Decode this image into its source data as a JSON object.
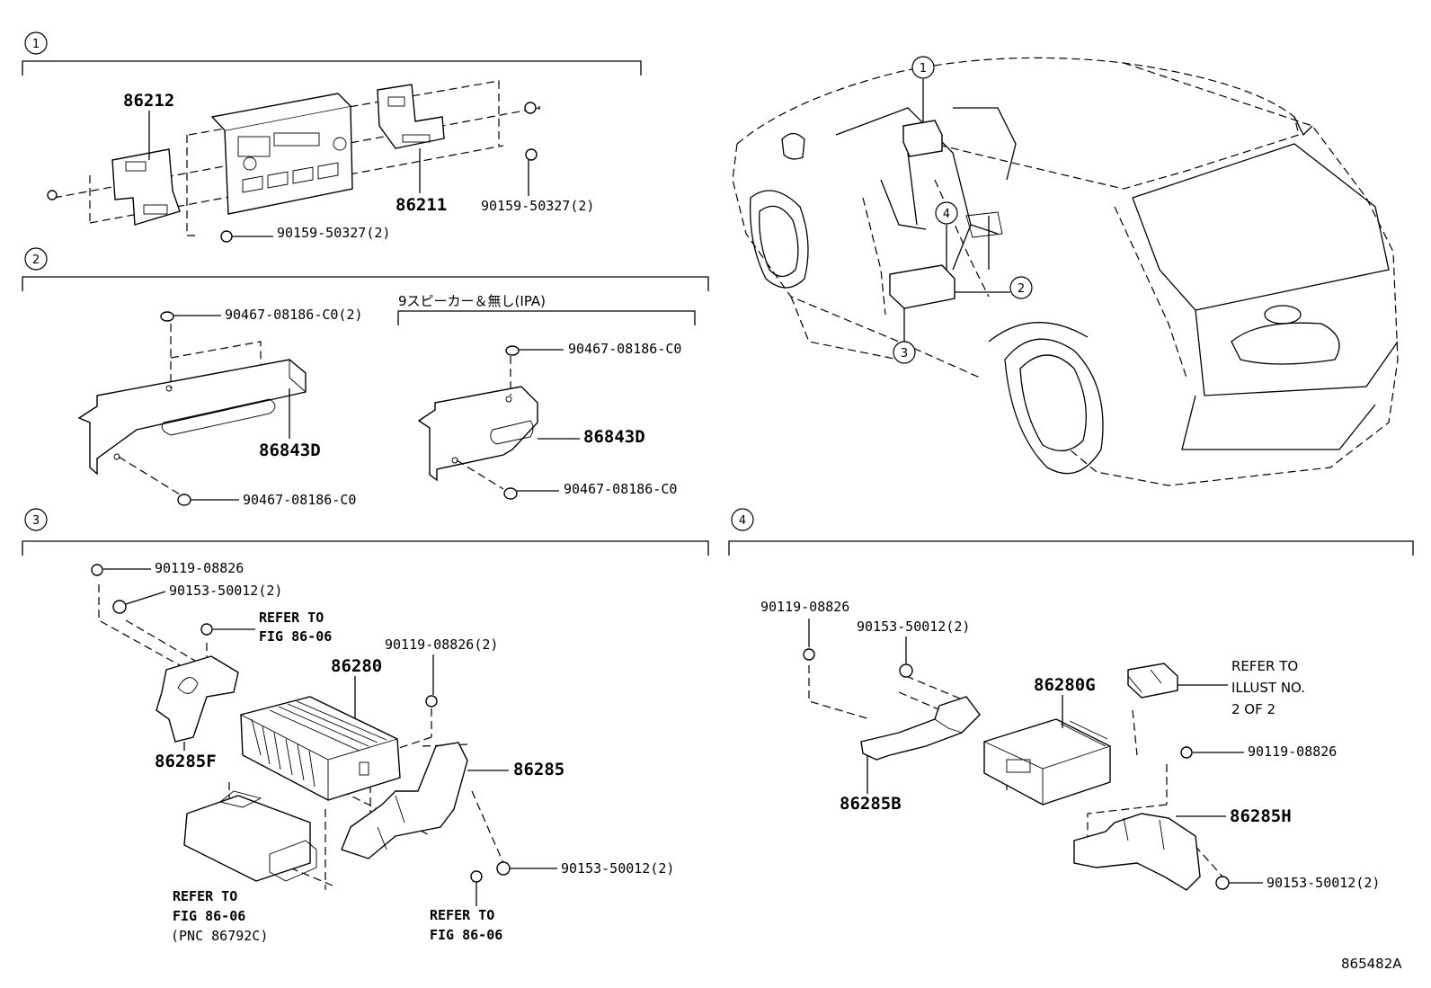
{
  "sections": {
    "s1": {
      "number": "1",
      "parts": {
        "radio_bracket_left": "86212",
        "radio_bracket_right": "86211",
        "screw_right": "90159-50327(2)",
        "screw_bottom": "90159-50327(2)"
      }
    },
    "s2": {
      "number": "2",
      "variant_label": "9スピーカー＆無し(IPA)",
      "parts": {
        "clip_top_left": "90467-08186-C0(2)",
        "bracket_left": "86843D",
        "clip_bottom_left": "90467-08186-C0",
        "clip_top_right": "90467-08186-C0",
        "bracket_right": "86843D",
        "clip_bottom_right": "90467-08186-C0"
      }
    },
    "s3": {
      "number": "3",
      "parts": {
        "bolt_top": "90119-08826",
        "nut_top": "90153-50012(2)",
        "refer_top_line1": "REFER TO",
        "refer_top_line2": "FIG 86-06",
        "bolt_right": "90119-08826(2)",
        "amplifier": "86280",
        "bracket_left": "86285F",
        "bracket_right": "86285",
        "nut_bottom": "90153-50012(2)",
        "refer_left_line1": "REFER TO",
        "refer_left_line2": "FIG 86-06",
        "refer_left_line3": "(PNC 86792C)",
        "refer_bottom_line1": "REFER TO",
        "refer_bottom_line2": "FIG 86-06"
      }
    },
    "s4": {
      "number": "4",
      "parts": {
        "bolt_left": "90119-08826",
        "nut_top": "90153-50012(2)",
        "amplifier": "86280G",
        "refer_line1": "REFER TO",
        "refer_line2": "ILLUST NO.",
        "refer_line3": "2 OF 2",
        "bolt_right": "90119-08826",
        "bracket_left": "86285B",
        "bracket_right": "86285H",
        "nut_bottom": "90153-50012(2)"
      }
    },
    "vehicle_callouts": [
      "1",
      "2",
      "3",
      "4"
    ]
  },
  "illustration_code": "865482A"
}
